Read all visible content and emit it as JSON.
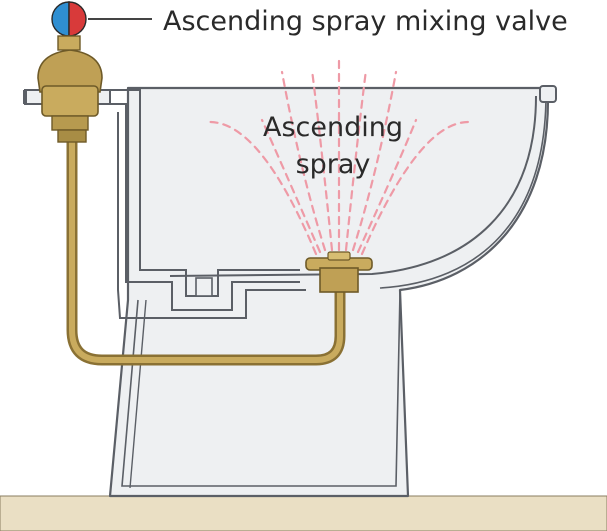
{
  "labels": {
    "valve": "Ascending spray mixing valve",
    "spray_line1": "Ascending",
    "spray_line2": "spray"
  },
  "colors": {
    "floor": "#eadfc4",
    "porcelain": "#eef0f2",
    "outline": "#5b5f66",
    "brass": "#bfa055",
    "brass_dark": "#8a7134",
    "spray": "#ee9aa6",
    "cold": "#2f8fd2",
    "hot": "#d83a3a"
  },
  "icons": {
    "valve_handle": "hot-cold-knob-icon",
    "spray_nozzle": "spray-nozzle-icon"
  }
}
